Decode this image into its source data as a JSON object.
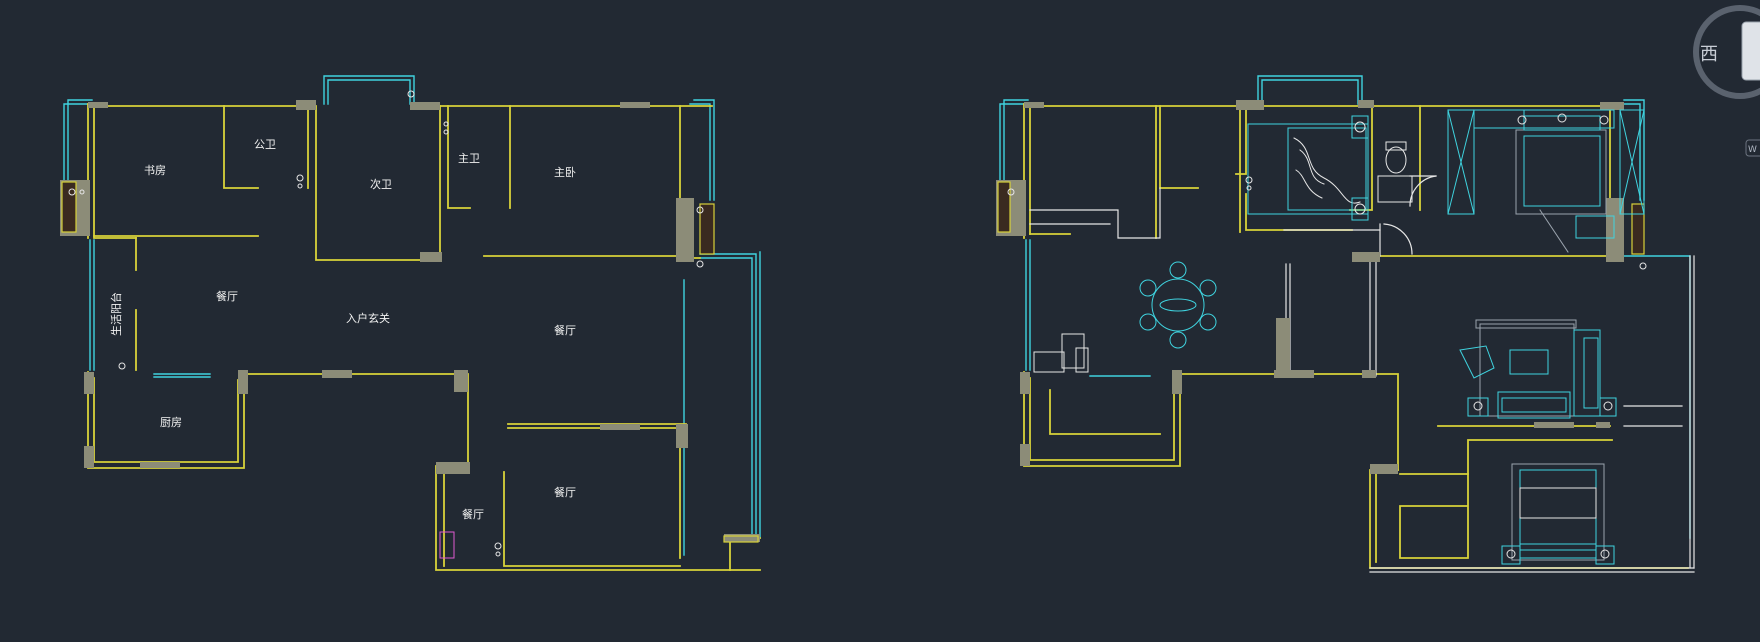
{
  "viewcube": {
    "west_label": "西",
    "wcs_label": "W"
  },
  "plan_left": {
    "rooms": [
      {
        "id": "study",
        "label": "书房"
      },
      {
        "id": "public-bath",
        "label": "公卫"
      },
      {
        "id": "second-bath",
        "label": "次卫"
      },
      {
        "id": "master-bath",
        "label": "主卫"
      },
      {
        "id": "master-bedroom",
        "label": "主卧"
      },
      {
        "id": "utility-balcony",
        "label": "生活阳台"
      },
      {
        "id": "dining-1",
        "label": "餐厅"
      },
      {
        "id": "entrance-hall",
        "label": "入户玄关"
      },
      {
        "id": "dining-2",
        "label": "餐厅"
      },
      {
        "id": "kitchen",
        "label": "厨房"
      },
      {
        "id": "dining-3",
        "label": "餐厅"
      },
      {
        "id": "dining-4",
        "label": "餐厅"
      }
    ]
  },
  "colors": {
    "background": "#222933",
    "wall_yellow": "#d8d23a",
    "window_cyan": "#3fd3df",
    "column_gray": "#8c8c78",
    "fixture_white": "#e6e6e6",
    "furniture_gray": "#9aa3ad"
  }
}
